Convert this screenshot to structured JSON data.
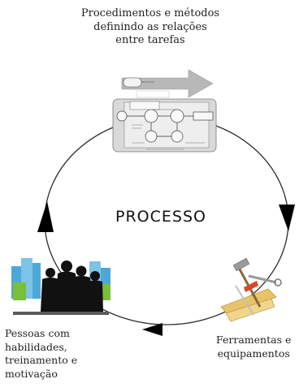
{
  "top_caption": {
    "lines": [
      "Procedimentos e métodos",
      "definindo as relações",
      "entre tarefas"
    ]
  },
  "center_label": "PROCESSO",
  "people_caption": {
    "lines": [
      "Pessoas com",
      "habilidades,",
      "treinamento e",
      "motivação"
    ]
  },
  "tools_caption": {
    "lines": [
      "Ferramentas e",
      "equipamentos"
    ]
  },
  "colors": {
    "cycle_line": "#2b2b2b",
    "arrow_head": "#000000",
    "flowchart_panel": "#d9d9d9",
    "big_arrow": "#b8b8b8",
    "people_silhouettes": "#111111",
    "city_backdrop": "#4da8d8",
    "tools_metal": "#a0a0a0",
    "tools_wood": "#e8c36a"
  },
  "icons": [
    "flowchart-diagram-icon",
    "business-people-icon",
    "tools-icon"
  ]
}
